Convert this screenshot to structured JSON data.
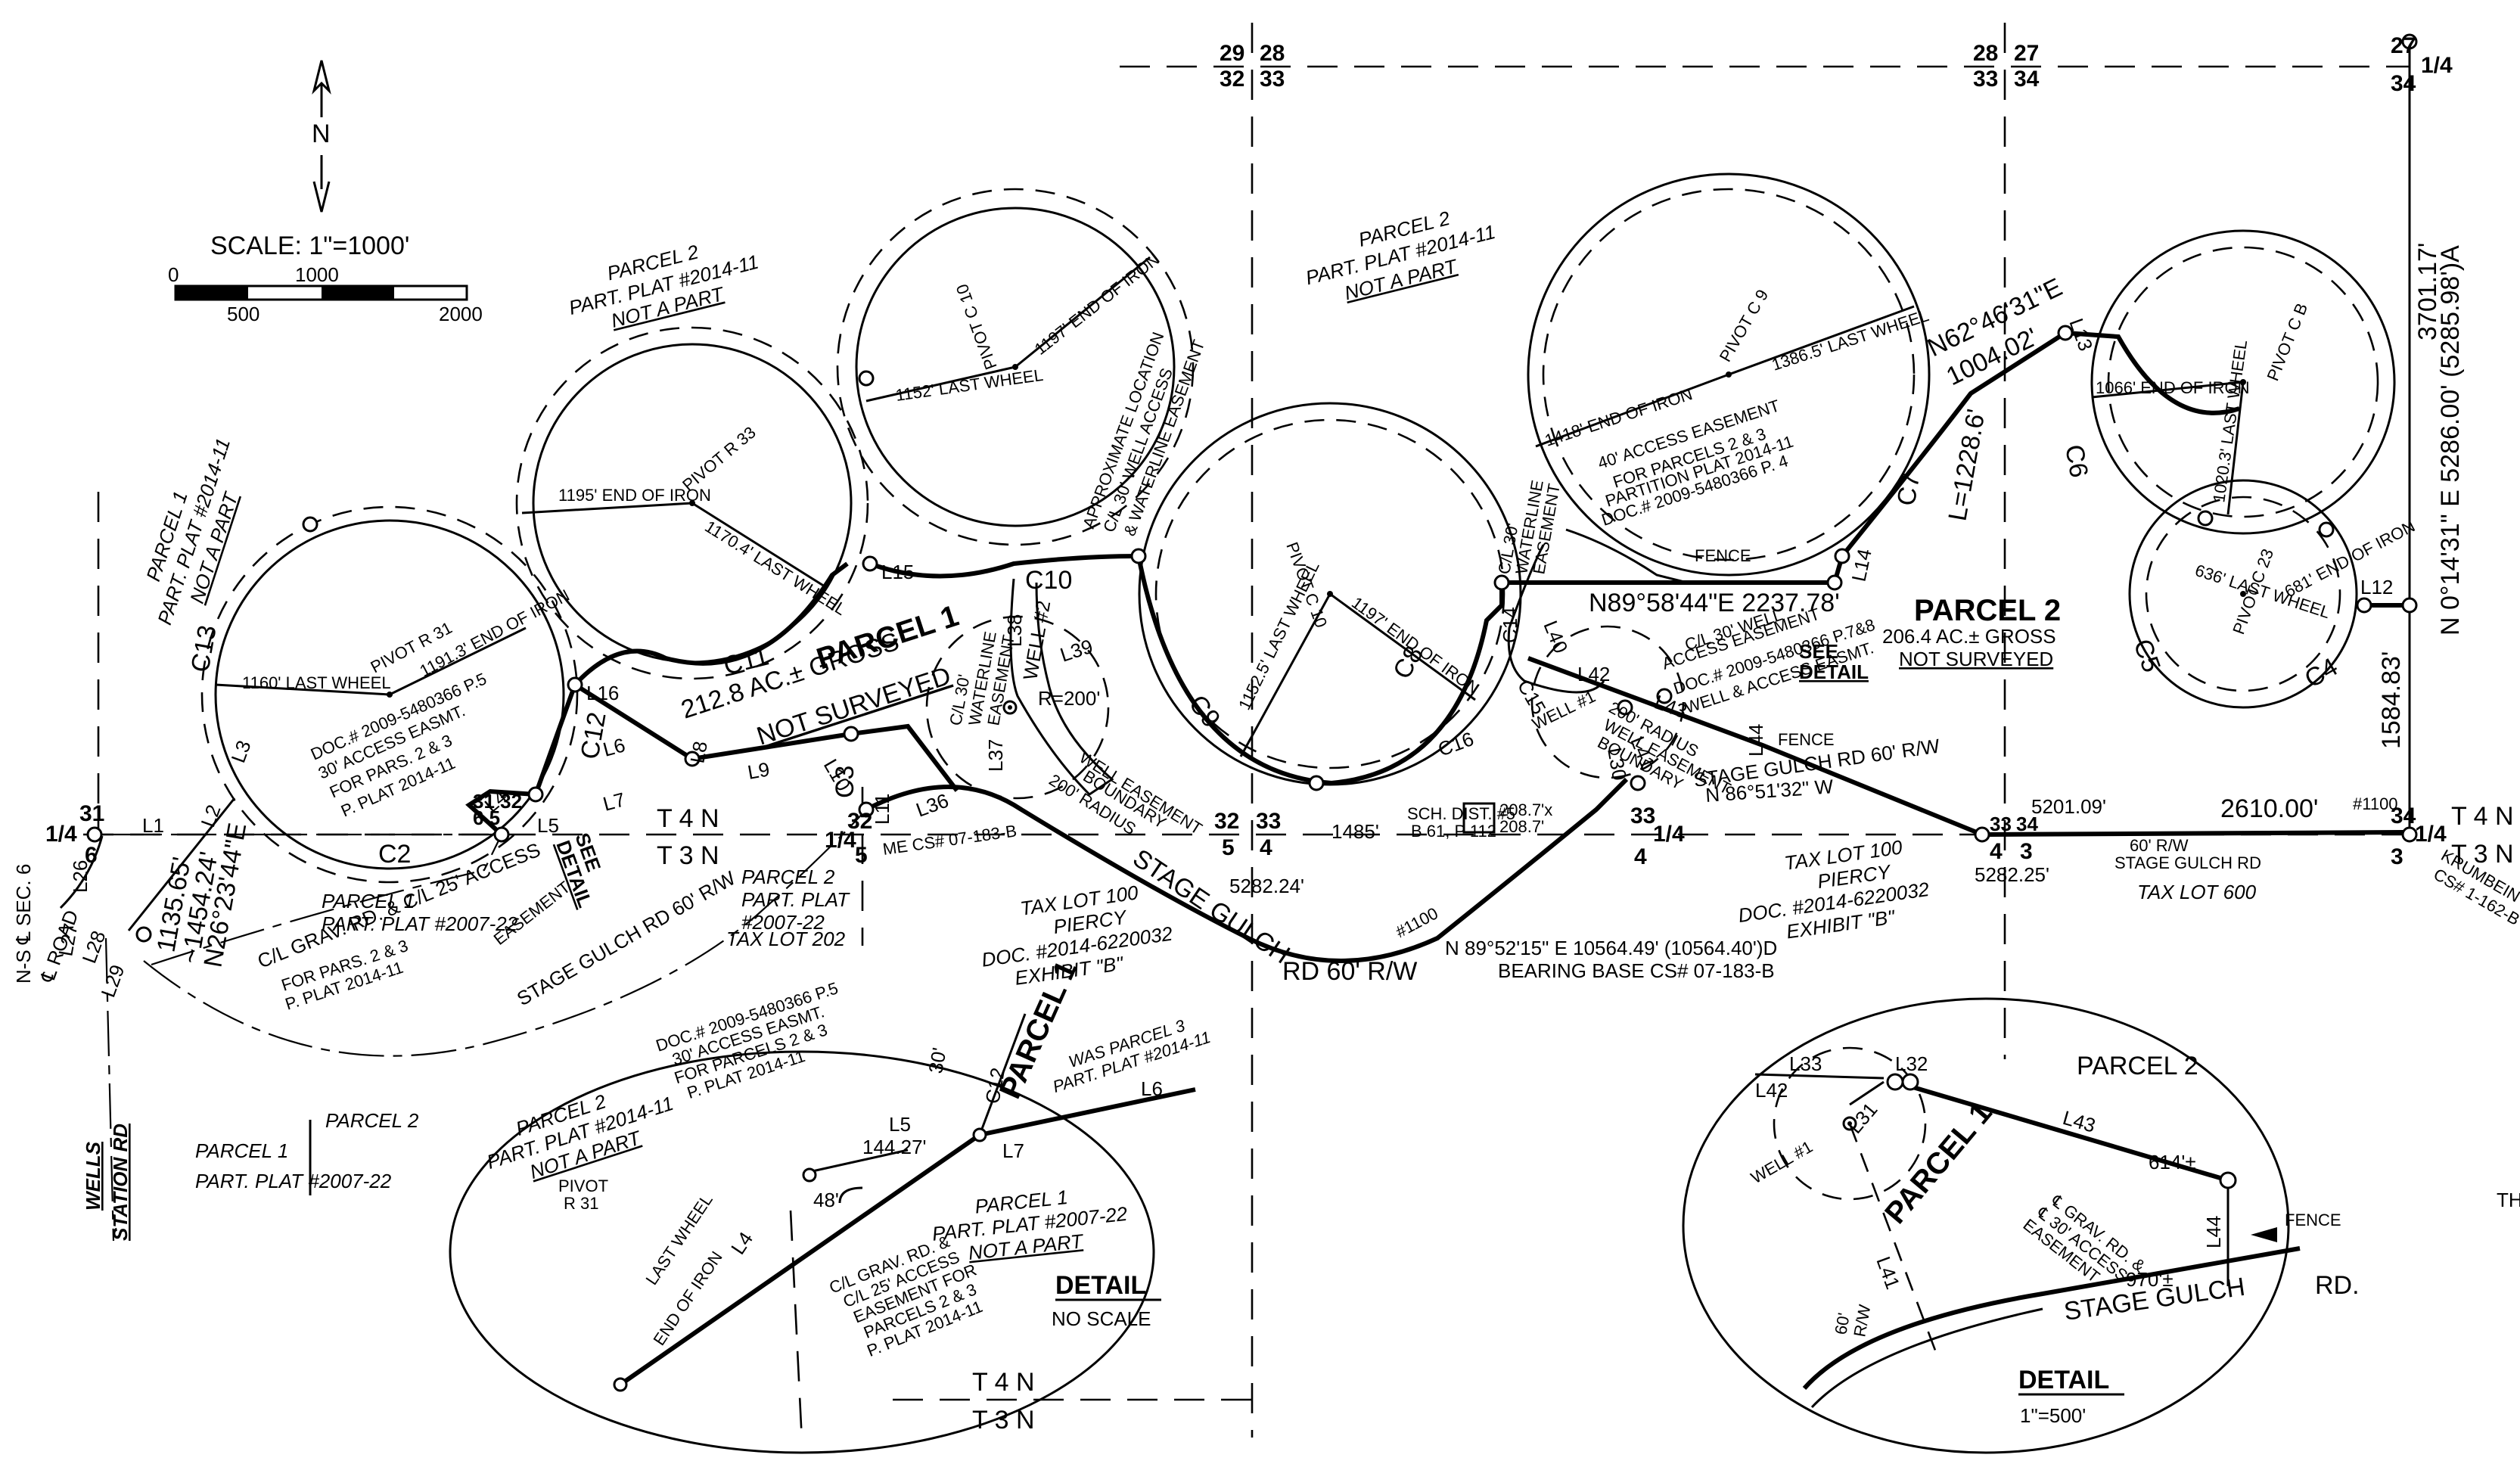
{
  "north_arrow": {
    "letter": "N"
  },
  "scale": {
    "label": "SCALE: 1\"=1000'",
    "ticks": [
      "0",
      "1000",
      "500",
      "2000"
    ]
  },
  "sections": {
    "s29_28": [
      "29",
      "28"
    ],
    "s32_33a": [
      "32",
      "33"
    ],
    "s28_27": [
      "28",
      "27"
    ],
    "s33_34a": [
      "33",
      "34"
    ],
    "c27": "27",
    "c34": "34",
    "q14_ne": "1/4",
    "c31": "31",
    "c6": "6",
    "q14_w": "1/4",
    "c31_32": "31 32",
    "c6_5": "6 5",
    "c32b": "32",
    "c5": "5",
    "q14_c": "1/4",
    "c32_33b": [
      "32",
      "33"
    ],
    "c5_4": [
      "5",
      "4"
    ],
    "c33b": "33",
    "c4": "4",
    "q14_m": "1/4",
    "c33_34b": [
      "33",
      "34"
    ],
    "c4_3": [
      "4",
      "3"
    ],
    "c34b": "34",
    "c3": "3",
    "q14_e": "1/4",
    "t4n": "T 4 N",
    "t3n": "T 3 N",
    "t4n_e": "T 4 N",
    "t3n_e": "T 3 N"
  },
  "parcels": {
    "parcel1_main": "PARCEL 1",
    "parcel1_acres": "212.8 AC.± GROSS",
    "parcel1_ns": "NOT SURVEYED",
    "parcel2_main": "PARCEL 2",
    "parcel2_acres": "206.4 AC.± GROSS",
    "parcel2_ns": "NOT SURVEYED"
  },
  "plat_notes": {
    "p2a": [
      "PARCEL 2",
      "PART. PLAT #2014-11",
      "NOT A PART"
    ],
    "p2b": [
      "PARCEL 2",
      "PART. PLAT #2014-11",
      "NOT A PART"
    ],
    "p1left": [
      "PARCEL 1",
      "PART. PLAT #2014-11",
      "NOT A PART"
    ],
    "p1pp": [
      "PARCEL 1",
      "PART. PLAT #2007-22"
    ],
    "p2pp": [
      "PARCEL 2",
      "PART. PLAT",
      "#2007-22"
    ],
    "bottom_left": [
      "PARCEL 1",
      "PART. PLAT #2007-22"
    ],
    "bottom_left2": "PARCEL 2",
    "taxlot202": "TAX LOT 202",
    "taxlot600": "TAX LOT 600",
    "tl100a": [
      "TAX LOT 100",
      "PIERCY",
      "DOC. #2014-6220032",
      "EXHIBIT \"B\""
    ],
    "tl100b": [
      "TAX LOT 100",
      "PIERCY",
      "DOC. #2014-6220032",
      "EXHIBIT \"B\""
    ]
  },
  "pivots": {
    "r31": {
      "name": "PIVOT R 31",
      "end": "1191.3' END OF IRON",
      "wheel": "1160' LAST WHEEL"
    },
    "r33": {
      "name": "PIVOT R 33",
      "end": "1195' END OF IRON",
      "wheel": "1170.4' LAST WHEEL"
    },
    "c10": {
      "name": "PIVOT C 10",
      "end": "1197' END OF IRON",
      "wheel": "1152' LAST WHEEL"
    },
    "c8a": {
      "name": "PIVOT C 10",
      "end": "1197' END OF IRON",
      "wheel": "1152.5' LAST WHEEL"
    },
    "c9": {
      "name": "PIVOT C 9",
      "end": "1418' END OF IRON",
      "wheel": "1386.5' LAST WHEEL"
    },
    "cb": {
      "name": "PIVOT C B",
      "end": "1066' END OF IRON",
      "wheel": "1020.3' LAST WHEEL"
    },
    "c23": {
      "name": "PIVOT C 23",
      "end": "681' END OF IRON",
      "wheel": "636' LAST WHEEL"
    }
  },
  "lines": {
    "L1": "L1",
    "L2": "L2",
    "L3": "L3",
    "L4": "L4",
    "L5": "L5",
    "L6": "L6",
    "L7": "L7",
    "L8": "L8",
    "L9": "L9",
    "L10": "L10",
    "L11": "L11",
    "L12": "L12",
    "L13": "L13",
    "L14": "L14",
    "L15": "L15",
    "L16": "L16",
    "L26": "L26",
    "L27": "L27",
    "L28": "L28",
    "L29": "L29",
    "L30": "L30",
    "L36": "L36",
    "L37": "L37",
    "L38": "L38",
    "L39": "L39",
    "L40": "L40",
    "L41": "L41",
    "L42": "L42",
    "L43": "L43",
    "L44": "L44",
    "C2": "C2",
    "C3": "C3",
    "C4": "C4",
    "C5": "C5",
    "C6": "C6",
    "C7": "C7",
    "C8": "C8",
    "C9": "C9",
    "C10": "C10",
    "C11": "C11",
    "C12": "C12",
    "C13": "C13",
    "C14": "C14",
    "C15": "C15",
    "C16": "C16"
  },
  "bearings": {
    "n89top": "N89°58'44\"E 2237.78'",
    "n62": "N62°46'31\"E",
    "n62d": "1004.02'",
    "c7len": "L=1228.6'",
    "n86": "N 86°51'32\" W",
    "e_line": "N 0°14'31\" E 5286.00' (5285.98')A",
    "e_3701": "3701.17'",
    "e_1584": "1584.83'",
    "d5201": "5201.09'",
    "d2610": "2610.00'",
    "d1100": "#1100",
    "d1100b": "#1100",
    "d5282a": "5282.24'",
    "d5282b": "5282.25'",
    "d1485": "1485'",
    "d1135": "1135.65'",
    "d1454": "~1454.24'",
    "n26": "N26°23'44\"E",
    "base1": "N 89°52'15\" E 10564.49' (10564.40')D",
    "base2": "BEARING BASE CS# 07-183-B",
    "me_cs": "ME CS# 07-183-B"
  },
  "roads": {
    "stage_main": "STAGE GULCH",
    "stage_rw": "RD 60' R/W",
    "stage_left": "STAGE GULCH RD 60' R/W",
    "stage_right": "STAGE GULCH RD 60' R/W",
    "stage_east": [
      "60' R/W",
      "STAGE GULCH RD"
    ],
    "wells": [
      "WELLS",
      "STATION RD"
    ],
    "ns_sec6": "N-S ℄ SEC. 6",
    "croad": "℄ ROAD",
    "krumbein": [
      "KRUMBEIN 19",
      "CS# 1-162-B"
    ]
  },
  "easements": {
    "doc30": [
      "DOC.# 2009-5480366 P.5",
      "30' ACCESS EASMT.",
      "FOR PARS. 2 & 3",
      "P. PLAT 2014-11"
    ],
    "clgrav": [
      "C/L GRAV. RD. & C/L 25' ACCESS",
      "FOR PARS. 2 & 3",
      "P. PLAT 2014-11"
    ],
    "clgrav_easement": "EASEMENT",
    "approx": [
      "APPROXIMATE LOCATION",
      "C/L 30' WELL ACCESS",
      "& WATERLINE EASEMENT"
    ],
    "waterline": [
      "C/L 30'",
      "WATERLINE",
      "EASEMENT"
    ],
    "well2": "WELL #2",
    "r200": "R=200'",
    "wellease": [
      "WELL EASEMENT",
      "BOUNDARY",
      "200' RADIUS"
    ],
    "access40": [
      "40' ACCESS EASEMENT",
      "FOR PARCELS 2 & 3",
      "PARTITION PLAT 2014-11",
      "DOC.# 2009-5480366 P. 4"
    ],
    "waterline2": [
      "C/L 30'",
      "WATERLINE",
      "EASEMENT"
    ],
    "well30": [
      "C/L 30' WELL",
      "ACCESS EASEMENT"
    ],
    "doc78": [
      "DOC.# 2009-5480366 P.7&8",
      "WELL & ACCESS EASMT."
    ],
    "r200b": [
      "200' RADIUS",
      "WELL EASEMENT",
      "BOUNDARY"
    ],
    "well1": "WELL #1",
    "fence1": "FENCE",
    "fence2": "FENCE",
    "see1": [
      "SEE",
      "DETAIL"
    ],
    "see2": [
      "SEE",
      "DETAIL"
    ],
    "sch": [
      "SCH. DIST. #5",
      "B 61, P 112"
    ],
    "sch_dim": [
      "208.7'x",
      "208.7'"
    ]
  },
  "detail1": {
    "title": "DETAIL",
    "sub": "NO SCALE",
    "doc": [
      "DOC.# 2009-5480366 P.5",
      "30' ACCESS EASMT.",
      "FOR PARCELS 2 & 3",
      "P. PLAT 2014-11"
    ],
    "p2": [
      "PARCEL 2",
      "PART. PLAT #2014-11",
      "NOT A PART"
    ],
    "pivot": [
      "PIVOT",
      "R 31"
    ],
    "parcel1": "PARCEL 1",
    "was": [
      "WAS PARCEL 3",
      "PART. PLAT #2014-11"
    ],
    "p1": [
      "PARCEL 1",
      "PART. PLAT #2007-22",
      "NOT A PART"
    ],
    "clgrav": [
      "C/L GRAV. RD. &",
      "C/L 25' ACCESS",
      "EASEMENT FOR",
      "PARCELS 2 & 3",
      "P. PLAT 2014-11"
    ],
    "lastwheel": "LAST WHEEL",
    "endiron": "END OF IRON",
    "d144": "144.27'",
    "d30": "30'",
    "d48": "48'",
    "L4": "L4",
    "L5": "L5",
    "L6": "L6",
    "L7": "L7",
    "C12": "C12",
    "t4n": "T 4 N",
    "t3n": "T 3 N"
  },
  "detail2": {
    "title": "DETAIL",
    "sub": "1\"=500'",
    "parcel2": "PARCEL 2",
    "parcel1": "PARCEL 1",
    "well1": "WELL #1",
    "grav": [
      "℄ GRAV. RD. &",
      "℄ 30' ACCESS",
      "EASEMENT"
    ],
    "fence": "FENCE",
    "stage": "STAGE GULCH",
    "rd": "RD.",
    "d614": "614'±",
    "d970": "970'±",
    "rw": [
      "60'",
      "R/W"
    ],
    "L31": "L31",
    "L32": "L32",
    "L33": "L33",
    "L41": "L41",
    "L42": "L42",
    "L43": "L43",
    "L44": "L44"
  },
  "edge_text": "TH"
}
